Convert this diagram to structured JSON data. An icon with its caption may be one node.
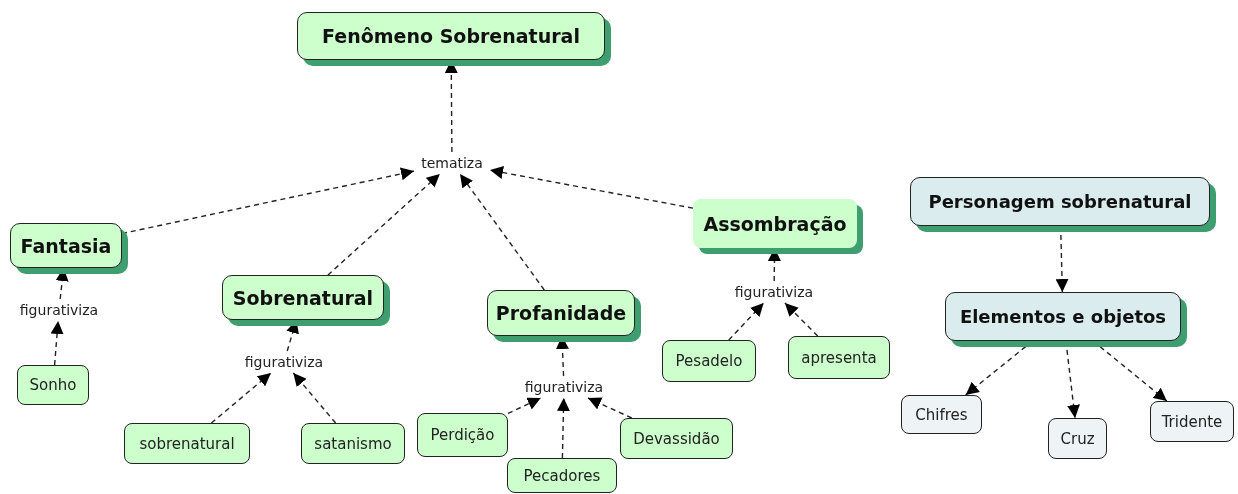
{
  "diagram": {
    "nodes": [
      {
        "text": [
          "Fenômeno Sobrenatural"
        ]
      },
      {
        "text": [
          "tematiza"
        ]
      },
      {
        "text": [
          "Fantasia"
        ]
      },
      {
        "text": [
          "Assombração"
        ]
      },
      {
        "text": [
          "Personagem sobrenatural"
        ]
      },
      {
        "text": [
          "Sobrenatural"
        ]
      },
      {
        "text": [
          "Profanidade"
        ]
      },
      {
        "text": [
          "figurativiza"
        ]
      },
      {
        "text": [
          "figurativiza"
        ]
      },
      {
        "text": [
          "Elementos e objetos"
        ]
      },
      {
        "text": [
          "Sonho"
        ]
      },
      {
        "text": [
          "figurativiza"
        ]
      },
      {
        "text": [
          "Pesadelo"
        ]
      },
      {
        "text": [
          "apresenta"
        ]
      },
      {
        "text": [
          "figurativiza"
        ]
      },
      {
        "text": [
          "Perdição"
        ]
      },
      {
        "text": [
          "Chifres"
        ]
      },
      {
        "text": [
          "Devassidão"
        ]
      },
      {
        "text": [
          "Tridente"
        ]
      },
      {
        "text": [
          "Cruz"
        ]
      },
      {
        "text": [
          "sobrenatural"
        ]
      },
      {
        "text": [
          "satanismo"
        ]
      },
      {
        "text": [
          "Pecadores"
        ]
      }
    ],
    "edges": [
      {
        "from": 1,
        "to": 0,
        "arrow": "to",
        "style": "dashed"
      },
      {
        "from": 2,
        "to": 1,
        "arrow": "to",
        "style": "dashed"
      },
      {
        "from": 5,
        "to": 1,
        "arrow": "to",
        "style": "dashed"
      },
      {
        "from": 6,
        "to": 1,
        "arrow": "to",
        "style": "dashed"
      },
      {
        "from": 3,
        "to": 1,
        "arrow": "to",
        "style": "dashed"
      },
      {
        "from": 10,
        "to": 7,
        "arrow": "to",
        "style": "dashed"
      },
      {
        "from": 7,
        "to": 2,
        "arrow": "to",
        "style": "dashed"
      },
      {
        "from": 20,
        "to": 11,
        "arrow": "to",
        "style": "dashed"
      },
      {
        "from": 21,
        "to": 11,
        "arrow": "to",
        "style": "dashed"
      },
      {
        "from": 11,
        "to": 5,
        "arrow": "to",
        "style": "dashed"
      },
      {
        "from": 15,
        "to": 14,
        "arrow": "to",
        "style": "dashed"
      },
      {
        "from": 22,
        "to": 14,
        "arrow": "to",
        "style": "dashed"
      },
      {
        "from": 17,
        "to": 14,
        "arrow": "to",
        "style": "dashed"
      },
      {
        "from": 14,
        "to": 6,
        "arrow": "to",
        "style": "dashed"
      },
      {
        "from": 12,
        "to": 8,
        "arrow": "to",
        "style": "dashed"
      },
      {
        "from": 13,
        "to": 8,
        "arrow": "to",
        "style": "dashed"
      },
      {
        "from": 8,
        "to": 3,
        "arrow": "to",
        "style": "dashed"
      },
      {
        "from": 4,
        "to": 9,
        "arrow": "to",
        "style": "dashed"
      },
      {
        "from": 9,
        "to": 16,
        "arrow": "to",
        "style": "dashed"
      },
      {
        "from": 9,
        "to": 19,
        "arrow": "to",
        "style": "dashed"
      },
      {
        "from": 9,
        "to": 18,
        "arrow": "to",
        "style": "dashed"
      }
    ]
  }
}
